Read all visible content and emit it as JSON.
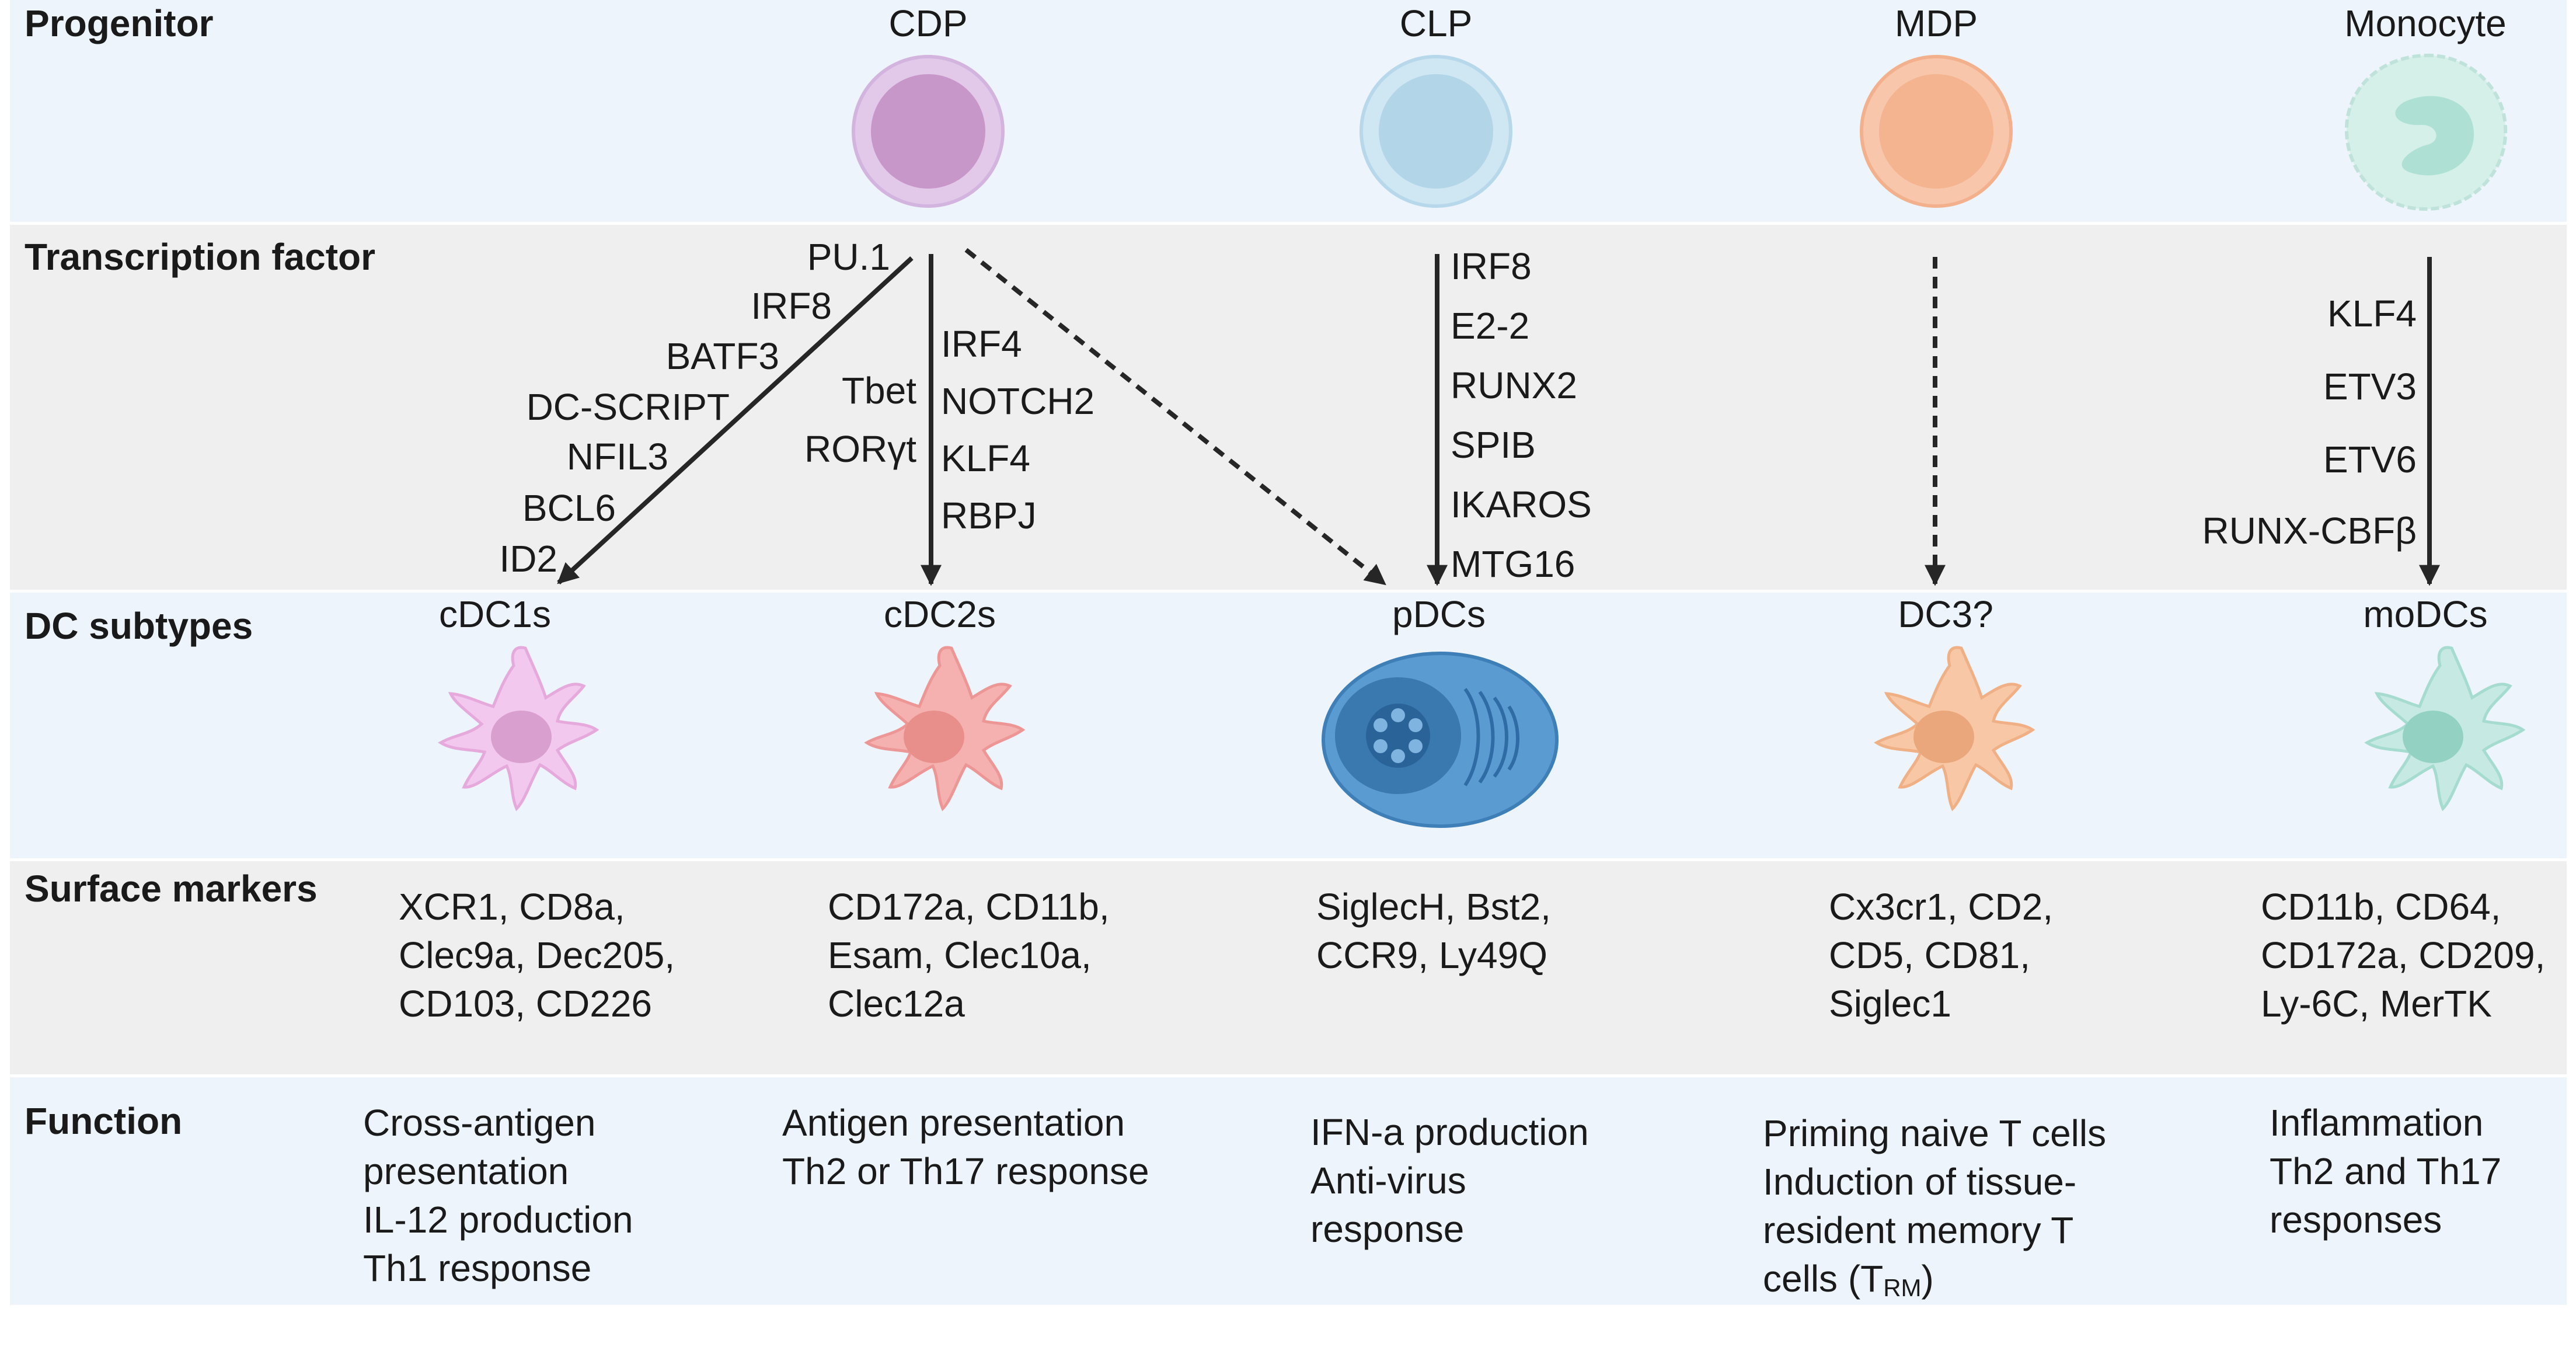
{
  "rows": {
    "progenitor": "Progenitor",
    "transcription_factor": "Transcription factor",
    "dc_subtypes": "DC subtypes",
    "surface_markers": "Surface markers",
    "function": "Function"
  },
  "progenitors": [
    "CDP",
    "CLP",
    "MDP",
    "Monocyte"
  ],
  "tf": {
    "cdc1": [
      "PU.1",
      "IRF8",
      "BATF3",
      "DC-SCRIPT",
      "NFIL3",
      "BCL6",
      "ID2"
    ],
    "cdc2_left": [
      "Tbet",
      "RORγt"
    ],
    "cdc2_right": [
      "IRF4",
      "NOTCH2",
      "KLF4",
      "RBPJ"
    ],
    "pdc": [
      "IRF8",
      "E2-2",
      "RUNX2",
      "SPIB",
      "IKAROS",
      "MTG16"
    ],
    "modc": [
      "KLF4",
      "ETV3",
      "ETV6",
      "RUNX-CBFβ"
    ]
  },
  "subtypes": [
    "cDC1s",
    "cDC2s",
    "pDCs",
    "DC3?",
    "moDCs"
  ],
  "markers": {
    "cdc1": [
      "XCR1, CD8a,",
      "Clec9a, Dec205,",
      "CD103, CD226"
    ],
    "cdc2": [
      "CD172a, CD11b,",
      "Esam, Clec10a,",
      "Clec12a"
    ],
    "pdc": [
      "SiglecH, Bst2,",
      "CCR9, Ly49Q"
    ],
    "dc3": [
      "Cx3cr1, CD2,",
      "CD5, CD81,",
      "Siglec1"
    ],
    "modc": [
      "CD11b, CD64,",
      "CD172a, CD209,",
      "Ly-6C, MerTK"
    ]
  },
  "functions": {
    "cdc1": [
      "Cross-antigen",
      "presentation",
      "IL-12 production",
      "Th1 response"
    ],
    "cdc2": [
      "Antigen presentation",
      "Th2 or Th17 response"
    ],
    "pdc": [
      "IFN-a production",
      "Anti-virus",
      "response"
    ],
    "dc3": [
      "Priming naive T cells",
      "Induction of tissue-",
      "resident memory T"
    ],
    "dc3_last_prefix": "cells (T",
    "dc3_last_sub": "RM",
    "dc3_last_suffix": ")",
    "modc": [
      "Inflammation",
      "Th2 and Th17",
      "responses"
    ]
  },
  "colors": {
    "cdp": "#e2c9ea",
    "clp": "#cfe6f3",
    "mdp": "#f8c7ab",
    "monocyte": "#d5efe9",
    "cdc1": "#f3c8ee",
    "cdc2": "#f5b1b0",
    "pdc": "#5a9bd2",
    "dc3": "#f8c8a6",
    "modc": "#c6eae3",
    "arrow": "#262626"
  }
}
